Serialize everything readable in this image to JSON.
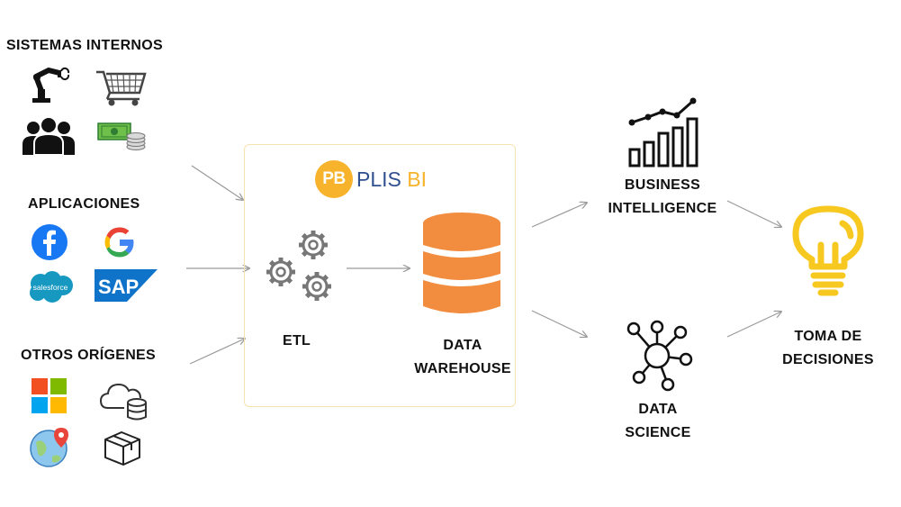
{
  "sources": {
    "internal": {
      "title": "SISTEMAS INTERNOS",
      "icons": [
        "robot-arm-icon",
        "shopping-cart-icon",
        "people-icon",
        "money-coins-icon"
      ]
    },
    "apps": {
      "title": "APLICACIONES",
      "icons": [
        "facebook-icon",
        "google-icon",
        "salesforce-icon",
        "sap-icon"
      ],
      "salesforce_text": "salesforce",
      "sap_text": "SAP"
    },
    "others": {
      "title": "OTROS ORÍGENES",
      "icons": [
        "microsoft-icon",
        "cloud-database-icon",
        "globe-pin-icon",
        "box-icon"
      ]
    }
  },
  "brand": {
    "badge": "PB",
    "name_part1": "PLIS",
    "name_part2": "BI"
  },
  "etl": {
    "label": "ETL",
    "icon": "gears-icon"
  },
  "warehouse": {
    "line1": "DATA",
    "line2": "WAREHOUSE",
    "icon": "database-icon"
  },
  "bi": {
    "line1": "BUSINESS",
    "line2": "INTELLIGENCE",
    "icon": "growth-chart-icon"
  },
  "ds": {
    "line1": "DATA",
    "line2": "SCIENCE",
    "icon": "network-nodes-icon"
  },
  "decisions": {
    "line1": "TOMA DE",
    "line2": "DECISIONES",
    "icon": "lightbulb-icon"
  },
  "colors": {
    "orange": "#f28c3e",
    "yellow": "#f7c81f",
    "brand_blue": "#2f4f8f",
    "brand_yellow": "#f7b32b",
    "arrow": "#9a9a9a",
    "facebook": "#1877f2",
    "salesforce": "#1798c1",
    "sap": "#0f73c9"
  }
}
